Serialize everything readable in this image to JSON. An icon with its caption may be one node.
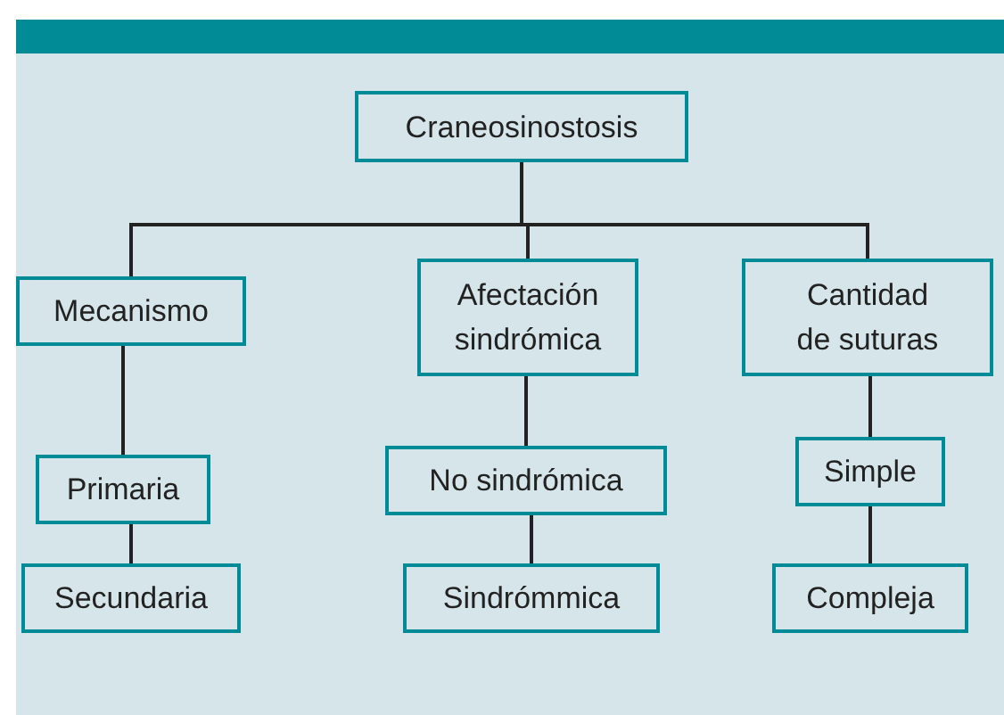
{
  "diagram": {
    "nodes": [
      {
        "text": [
          "Craneosinostosis"
        ]
      },
      {
        "text": [
          "Mecanismo"
        ]
      },
      {
        "text": [
          "Afectación sindrómica"
        ]
      },
      {
        "text": [
          "Cantidad de suturas"
        ]
      },
      {
        "text": [
          "Primaria"
        ]
      },
      {
        "text": [
          "Secundaria"
        ]
      },
      {
        "text": [
          "No sindrómica"
        ]
      },
      {
        "text": [
          "Sindrómmica"
        ]
      },
      {
        "text": [
          "Simple"
        ]
      },
      {
        "text": [
          "Compleja"
        ]
      }
    ],
    "edges": [
      {
        "from": 0,
        "to": 1,
        "arrow": "none"
      },
      {
        "from": 0,
        "to": 2,
        "arrow": "none"
      },
      {
        "from": 0,
        "to": 3,
        "arrow": "none"
      },
      {
        "from": 1,
        "to": 4,
        "arrow": "none"
      },
      {
        "from": 4,
        "to": 5,
        "arrow": "none"
      },
      {
        "from": 2,
        "to": 6,
        "arrow": "none"
      },
      {
        "from": 6,
        "to": 7,
        "arrow": "none"
      },
      {
        "from": 3,
        "to": 8,
        "arrow": "none"
      },
      {
        "from": 8,
        "to": 9,
        "arrow": "none"
      }
    ]
  }
}
